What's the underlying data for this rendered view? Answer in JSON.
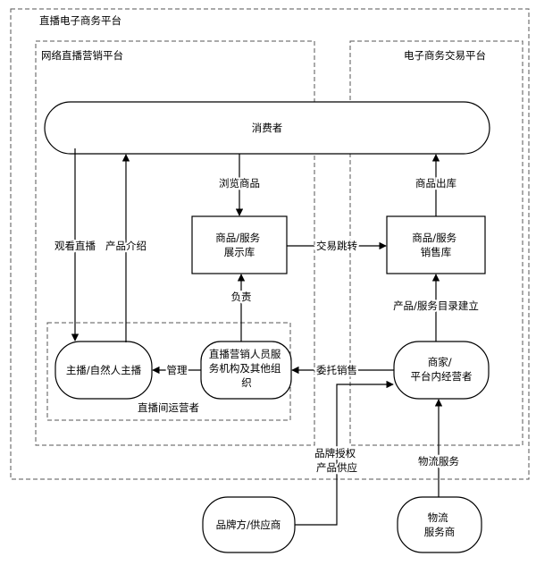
{
  "regions": {
    "outer_title": "直播电子商务平台",
    "live_platform_title": "网络直播营销平台",
    "trade_platform_title": "电子商务交易平台",
    "operator_group_title": "直播间运营者"
  },
  "nodes": {
    "consumer": "消费者",
    "display_library": [
      "商品/服务",
      "展示库"
    ],
    "sales_library": [
      "商品/服务",
      "销售库"
    ],
    "anchor": "主播/自然人主播",
    "marketing_org": [
      "直播营销人员服",
      "务机构及其他组",
      "织"
    ],
    "merchant": [
      "商家/",
      "平台内经营者"
    ],
    "brand_supplier": "品牌方/供应商",
    "logistics": [
      "物流",
      "服务商"
    ]
  },
  "edges": {
    "watch_live": "观看直播",
    "product_intro": "产品介绍",
    "browse_products": "浏览商品",
    "trade_redirect": "交易跳转",
    "product_outbound": "商品出库",
    "responsible": "负责",
    "catalog_setup": "产品/服务目录建立",
    "manage": "管理",
    "entrust_sales": "委托销售",
    "brand_auth": [
      "品牌授权",
      "产品供应"
    ],
    "logistics_service": "物流服务"
  }
}
